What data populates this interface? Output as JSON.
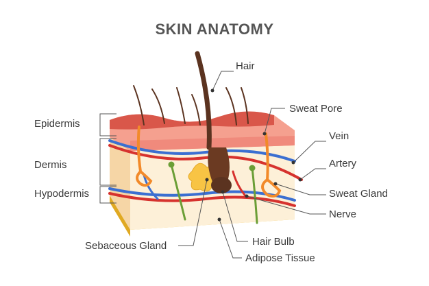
{
  "title": "SKIN ANATOMY",
  "labels": {
    "left": {
      "epidermis": "Epidermis",
      "dermis": "Dermis",
      "hypodermis": "Hypodermis"
    },
    "right": {
      "hair": "Hair",
      "sweat_pore": "Sweat Pore",
      "vein": "Vein",
      "artery": "Artery",
      "sweat_gland": "Sweat Gland",
      "nerve": "Nerve"
    },
    "bottom": {
      "sebaceous_gland": "Sebaceous Gland",
      "hair_bulb": "Hair Bulb",
      "adipose_tissue": "Adipose Tissue"
    }
  },
  "colors": {
    "epidermis": "#f08a7c",
    "epidermis_dark": "#d9574a",
    "dermis": "#fbe6c4",
    "adipose": "#f7d046",
    "vein": "#3b6fd1",
    "artery": "#d6322e",
    "hair": "#5b3320",
    "sweat_gland": "#f28a2a",
    "nerve": "#6b9e36",
    "sebaceous": "#f8c444"
  }
}
